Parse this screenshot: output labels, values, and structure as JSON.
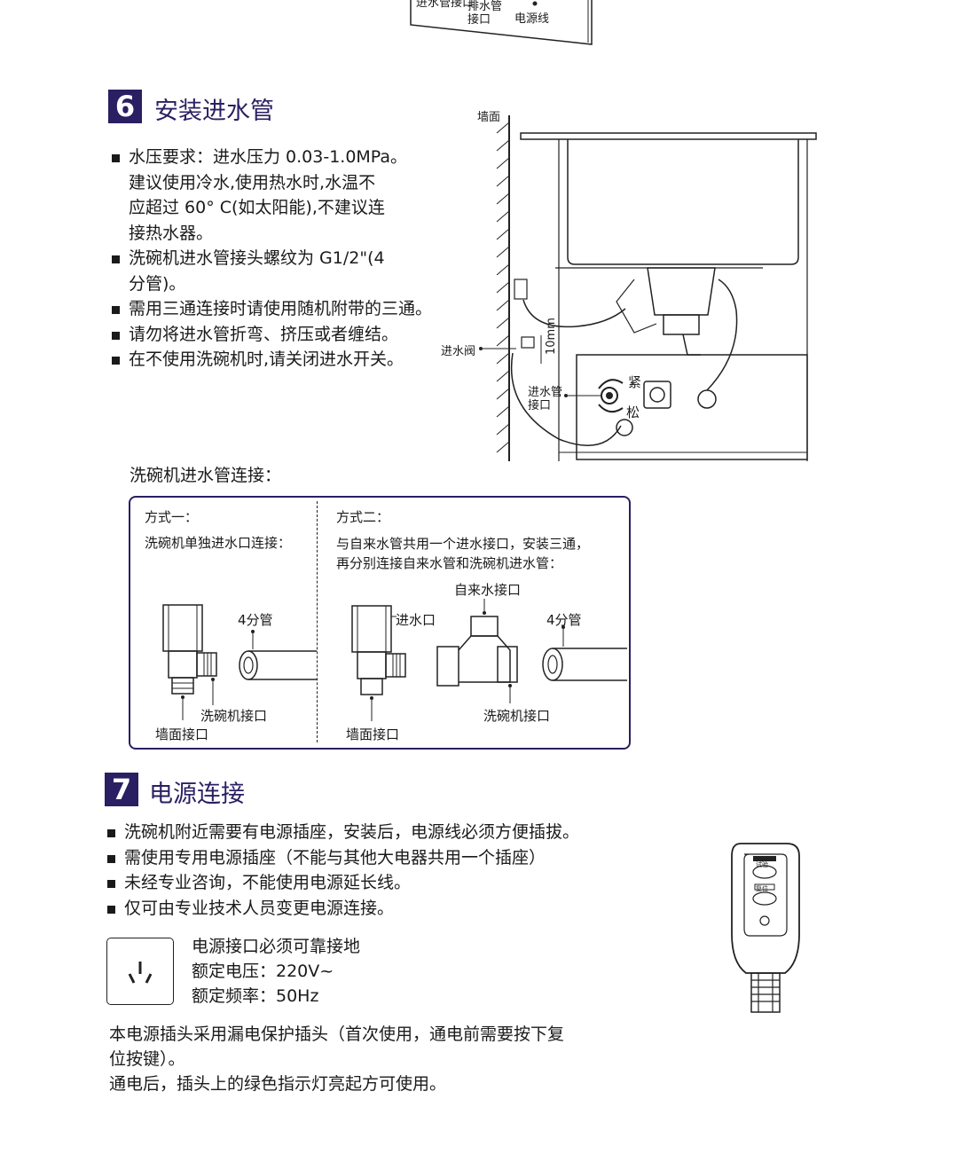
{
  "top_diagram": {
    "labels": [
      "进水管接口",
      "排水管接口",
      "电源线"
    ]
  },
  "section6": {
    "number": "6",
    "title": "安装进水管",
    "bullets": [
      [
        "水压要求：进水压力 0.03-1.0MPa。",
        "建议使用冷水,使用热水时,水温不",
        "应超过 60° C(如太阳能),不建议连",
        "接热水器。"
      ],
      [
        "洗碗机进水管接头螺纹为 G1/2\"(4",
        "分管)。"
      ],
      [
        "需用三通连接时请使用随机附带的三通。"
      ],
      [
        "请勿将进水管折弯、挤压或者缠结。"
      ],
      [
        "在不使用洗碗机时,请关闭进水开关。"
      ]
    ],
    "diagram_labels": {
      "wall": "墙面",
      "valve": "进水阀",
      "gap": "10mm",
      "inlet_port": [
        "进水管",
        "接口"
      ],
      "tighten": "紧",
      "loosen": "松"
    },
    "connection_heading": "洗碗机进水管连接：",
    "method1": {
      "title": "方式一：",
      "desc": "洗碗机单独进水口连接：",
      "labels": {
        "pipe": "4分管",
        "machine_port": "洗碗机接口",
        "wall_port": "墙面接口"
      }
    },
    "method2": {
      "title": "方式二：",
      "desc": [
        "与自来水管共用一个进水接口，安装三通，",
        "再分别连接自来水管和洗碗机进水管："
      ],
      "labels": {
        "tap_port": "自来水接口",
        "inlet": "进水口",
        "pipe": "4分管",
        "machine_port": "洗碗机接口",
        "wall_port": "墙面接口"
      }
    }
  },
  "section7": {
    "number": "7",
    "title": "电源连接",
    "bullets": [
      "洗碗机附近需要有电源插座，安装后，电源线必须方便插拔。",
      "需使用专用电源插座（不能与其他大电器共用一个插座）",
      "未经专业咨询，不能使用电源延长线。",
      "仅可由专业技术人员变更电源连接。"
    ],
    "socket_icon": "three-pin-socket-icon",
    "specs": [
      "电源接口必须可靠接地",
      "额定电压：220V~",
      "额定频率：50Hz"
    ],
    "plug_labels": {
      "test": "试验",
      "reset": "复位"
    },
    "notes": [
      "本电源插头采用漏电保护插头（首次使用，通电前需要按下复",
      "位按键）。",
      "通电后，插头上的绿色指示灯亮起方可使用。"
    ]
  },
  "colors": {
    "accent": "#2a1f63",
    "text": "#1a1a1a"
  }
}
